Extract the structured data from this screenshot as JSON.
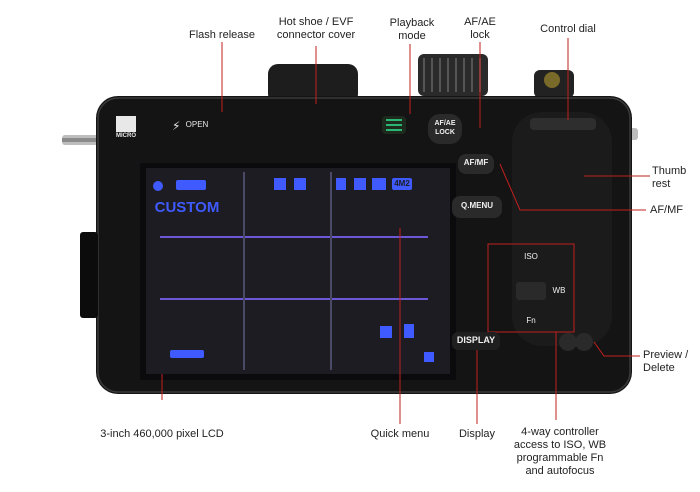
{
  "camera": {
    "brand_logo": "MICRO",
    "flash_label": "OPEN",
    "afae_button": "AF/AE\nLOCK",
    "afmf_button": "AF/MF",
    "qmenu_button": "Q.MENU",
    "display_button": "DISPLAY",
    "iso_key": "ISO",
    "wb_key": "WB",
    "fn_key": "Fn",
    "screen_mode": "CUSTOM",
    "screen_value": "4M2"
  },
  "callouts": {
    "flash_release": "Flash release",
    "hotshoe": "Hot shoe / EVF\nconnector cover",
    "playback": "Playback\nmode",
    "afae_lock": "AF/AE\nlock",
    "control_dial": "Control dial",
    "thumb_rest": "Thumb\nrest",
    "afmf": "AF/MF",
    "lcd": "3-inch 460,000 pixel LCD",
    "quick_menu": "Quick menu",
    "display": "Display",
    "four_way": "4-way controller\naccess to ISO, WB\nprogrammable Fn\nand autofocus",
    "preview_delete": "Preview /\nDelete"
  },
  "colors": {
    "body": "#141414",
    "lcd": "#1c1c22",
    "ui_blue": "#3f5bff",
    "grid": "#6a58d8",
    "leader": "#c21f1f",
    "text": "#222222"
  }
}
